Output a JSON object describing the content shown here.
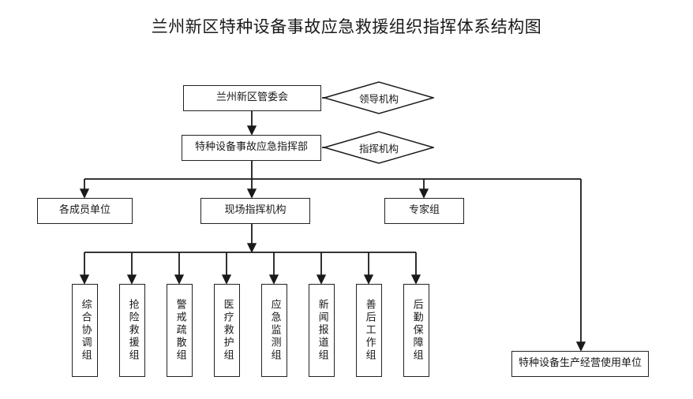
{
  "title": "兰州新区特种设备事故应急救援组织指挥体系结构图",
  "colors": {
    "background": "#ffffff",
    "stroke": "#222222",
    "text": "#1a1a1a"
  },
  "nodes": {
    "top": {
      "label": "兰州新区管委会"
    },
    "command": {
      "label": "特种设备事故应急指挥部"
    },
    "members": {
      "label": "各成员单位"
    },
    "onsite": {
      "label": "现场指挥机构"
    },
    "experts": {
      "label": "专家组"
    },
    "enterprise": {
      "label": "特种设备生产经营使用单位"
    }
  },
  "diamonds": [
    {
      "label": "领导机构"
    },
    {
      "label": "指挥机构"
    }
  ],
  "groups": [
    {
      "label": "综合协调组"
    },
    {
      "label": "抢险救援组"
    },
    {
      "label": "警戒疏散组"
    },
    {
      "label": "医疗救护组"
    },
    {
      "label": "应急监测组"
    },
    {
      "label": "新闻报道组"
    },
    {
      "label": "善后工作组"
    },
    {
      "label": "后勤保障组"
    }
  ]
}
